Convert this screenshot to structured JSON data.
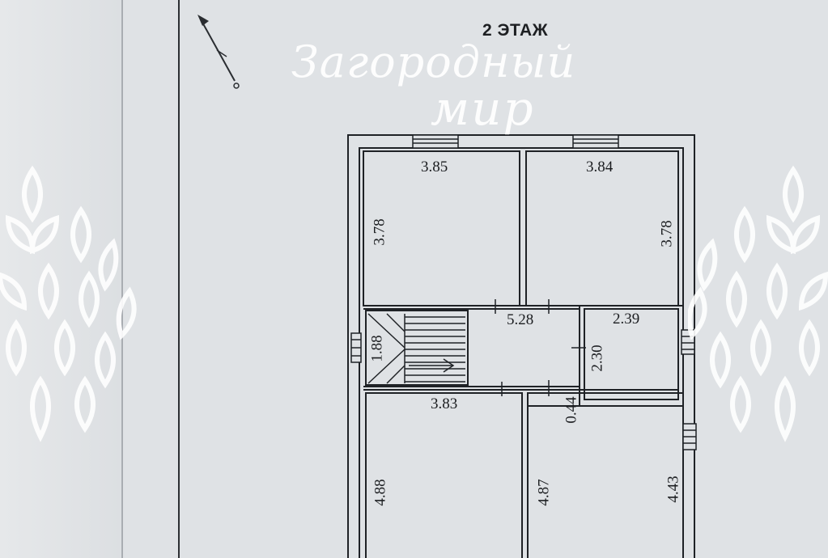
{
  "floor": {
    "title": "2 ЭТАЖ"
  },
  "watermark": {
    "line1": "Загородный",
    "line2": "мир"
  },
  "north_arrow": {
    "icon": "north-arrow-icon"
  },
  "rooms": [
    {
      "id": "room-top-left",
      "width": "3.85",
      "depth": "3.78"
    },
    {
      "id": "room-top-right",
      "width": "3.84",
      "depth": "3.78"
    },
    {
      "id": "hall",
      "width": "5.28"
    },
    {
      "id": "stair",
      "depth": "1.88"
    },
    {
      "id": "bathroom",
      "width": "2.39",
      "depth": "2.30"
    },
    {
      "id": "room-bottom-left",
      "width": "3.83",
      "depth": "4.88"
    },
    {
      "id": "room-bottom-right",
      "depth": "4.87",
      "depth_right": "4.43",
      "gap": "0.44"
    }
  ],
  "colors": {
    "line": "#1f2226",
    "paper": "#dfe2e5",
    "watermark": "#ffffff"
  }
}
